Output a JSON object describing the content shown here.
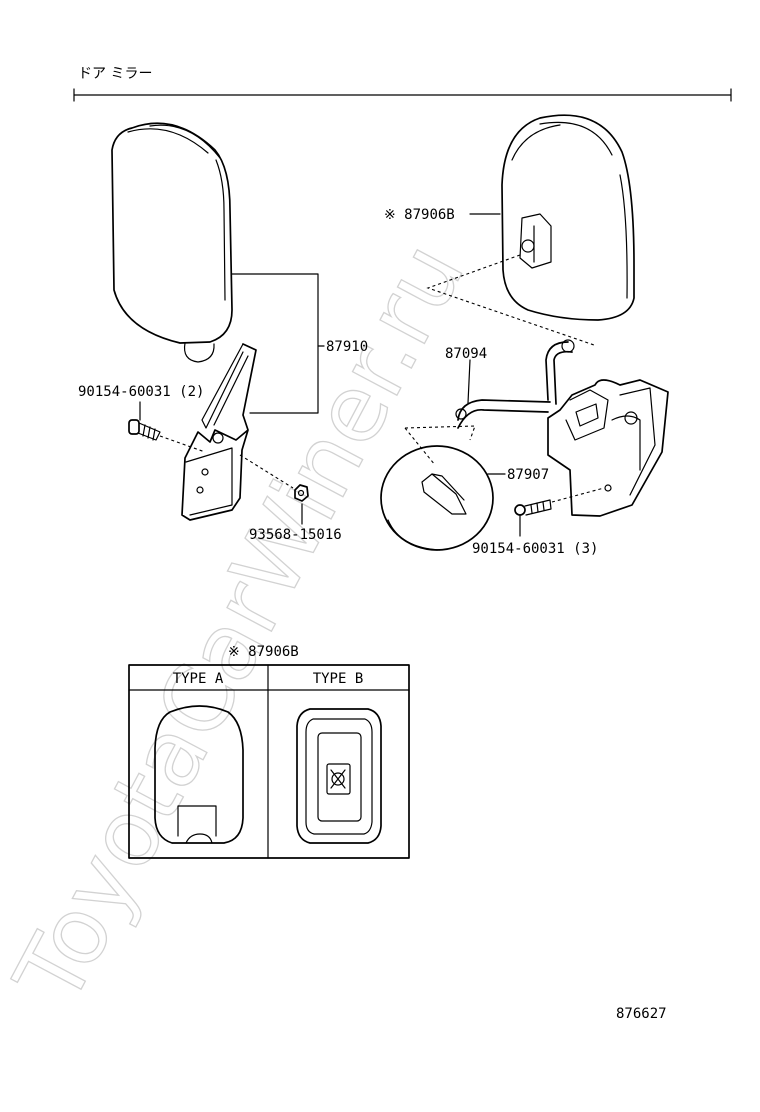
{
  "header": {
    "title": "ドア ミラー"
  },
  "parts": {
    "mirror_assembly": "87910",
    "bolt_left": "90154-60031 (2)",
    "nut": "93568-15016",
    "mirror_body": "※ 87906B",
    "stay": "87094",
    "under_mirror": "87907",
    "bolt_right": "90154-60031 (3)"
  },
  "type_table": {
    "caption": "※ 87906B",
    "columns": [
      "TYPE A",
      "TYPE B"
    ]
  },
  "diagram_number": "876627",
  "watermark": "ToyotaCarWiner.ru",
  "colors": {
    "ink": "#000000",
    "paper": "#ffffff",
    "watermark": "#d2d2d2"
  }
}
